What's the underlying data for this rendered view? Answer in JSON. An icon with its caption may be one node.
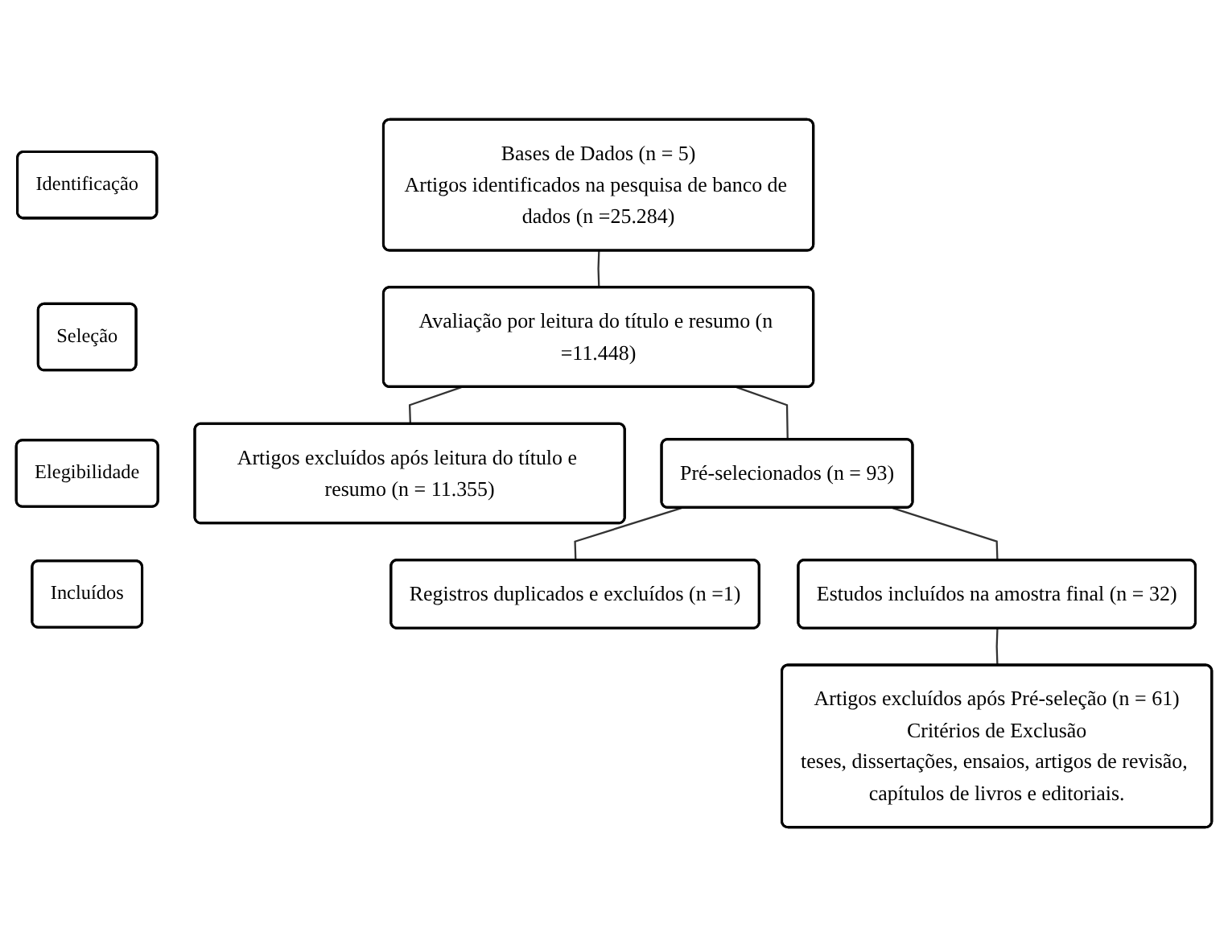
{
  "diagram": {
    "nodes": [
      {
        "text": [
          "Identificação"
        ]
      },
      {
        "text": [
          "Seleção"
        ]
      },
      {
        "text": [
          "Elegibilidade"
        ]
      },
      {
        "text": [
          "Incluídos"
        ]
      },
      {
        "text": [
          "Bases de Dados (n = 5)",
          "Artigos identificados na pesquisa de banco de dados (n =25.284)"
        ]
      },
      {
        "text": [
          "Avaliação por leitura do título e resumo (n =11.448)"
        ]
      },
      {
        "text": [
          "Artigos excluídos após leitura do título e resumo (n = 11.355)"
        ]
      },
      {
        "text": [
          "Pré-selecionados (n = 93)"
        ]
      },
      {
        "text": [
          "Registros duplicados e excluídos (n =1)"
        ]
      },
      {
        "text": [
          "Estudos incluídos na amostra final (n = 32)"
        ]
      },
      {
        "text": [
          "Artigos excluídos após Pré-seleção (n = 61)",
          "Critérios de Exclusão",
          "teses, dissertações, ensaios, artigos de revisão, capítulos de livros e editoriais."
        ]
      }
    ],
    "edges": [
      {
        "from": 4,
        "to": 5,
        "arrow": "none"
      },
      {
        "from": 5,
        "to": 7,
        "arrow": "none"
      },
      {
        "from": 5,
        "to": 6,
        "arrow": "none"
      },
      {
        "from": 7,
        "to": 8,
        "arrow": "none"
      },
      {
        "from": 7,
        "to": 9,
        "arrow": "none"
      },
      {
        "from": 9,
        "to": 10,
        "arrow": "none"
      }
    ]
  }
}
